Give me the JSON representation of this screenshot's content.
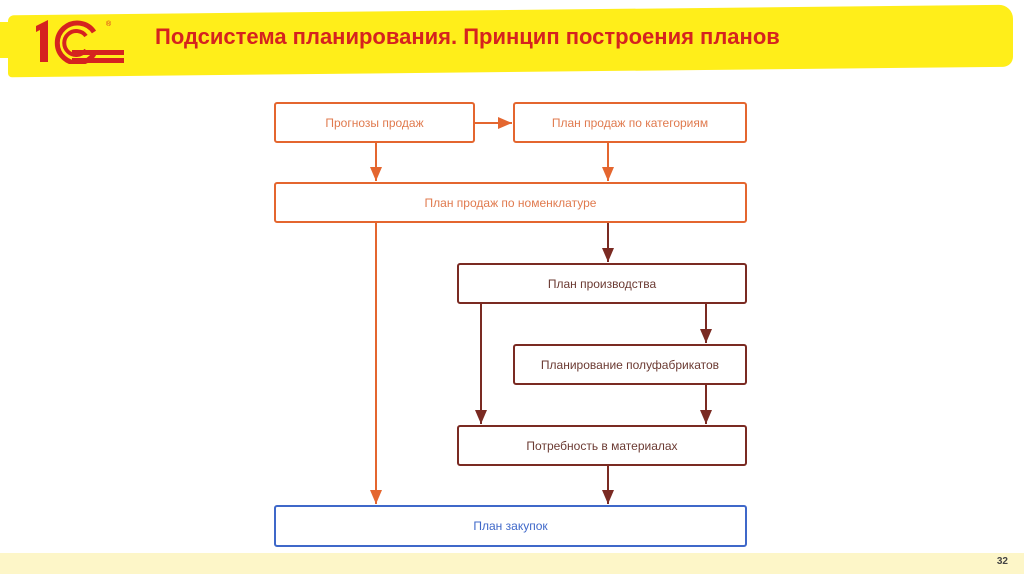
{
  "header": {
    "title": "Подсистема планирования. Принцип построения планов",
    "logo": "1С"
  },
  "diagram": {
    "nodes": [
      {
        "id": "forecast",
        "label": "Прогнозы продаж"
      },
      {
        "id": "by_category",
        "label": "План продаж по категориям"
      },
      {
        "id": "by_nomenclature",
        "label": "План продаж по номенклатуре"
      },
      {
        "id": "production",
        "label": "План производства"
      },
      {
        "id": "semi",
        "label": "Планирование полуфабрикатов"
      },
      {
        "id": "materials",
        "label": "Потребность в материалах"
      },
      {
        "id": "purchases",
        "label": "План закупок"
      }
    ],
    "edges": [
      [
        "forecast",
        "by_category"
      ],
      [
        "forecast",
        "by_nomenclature"
      ],
      [
        "by_category",
        "by_nomenclature"
      ],
      [
        "by_nomenclature",
        "production"
      ],
      [
        "by_nomenclature",
        "purchases"
      ],
      [
        "production",
        "semi"
      ],
      [
        "production",
        "materials"
      ],
      [
        "semi",
        "materials"
      ],
      [
        "materials",
        "purchases"
      ]
    ],
    "colors": {
      "sales": "#e4662f",
      "production": "#7a2a22",
      "purchases": "#3f68c9"
    }
  },
  "footer": {
    "page_number": "32"
  }
}
